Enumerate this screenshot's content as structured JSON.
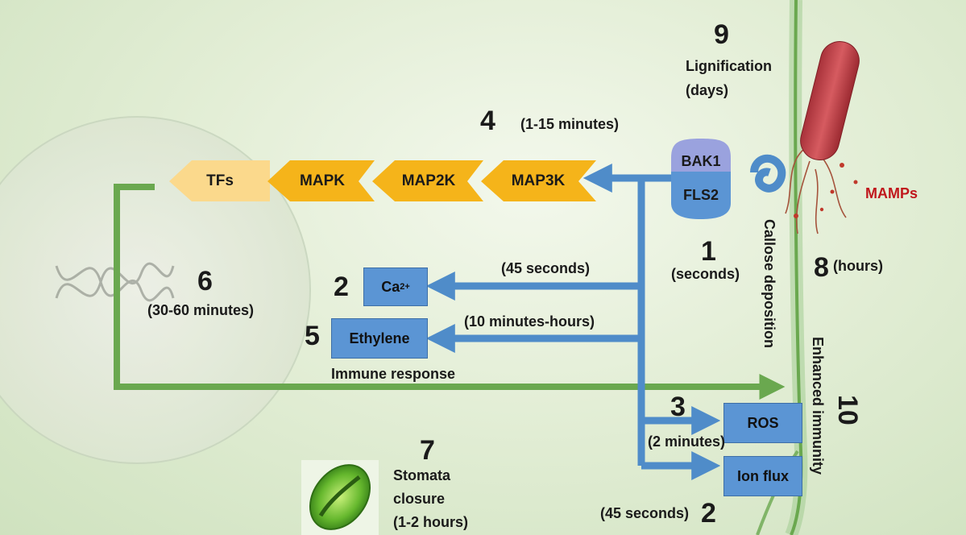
{
  "steps": {
    "s1": {
      "number": "1",
      "time": "(seconds)"
    },
    "s2a": {
      "number": "2",
      "time": "(45 seconds)"
    },
    "s2b": {
      "number": "2",
      "time": "(45 seconds)"
    },
    "s3": {
      "number": "3",
      "time": "(2 minutes)"
    },
    "s4": {
      "number": "4",
      "time": "(1-15 minutes)"
    },
    "s5": {
      "number": "5",
      "time": "(10 minutes-hours)"
    },
    "s6": {
      "number": "6",
      "time": "(30-60 minutes)"
    },
    "s7": {
      "number": "7",
      "label_line1": "Stomata",
      "label_line2": "closure",
      "time": "(1-2 hours)"
    },
    "s8": {
      "number": "8",
      "time": "(hours)"
    },
    "s9": {
      "number": "9",
      "label": "Lignification",
      "time": "(days)"
    },
    "s10": {
      "number": "10"
    }
  },
  "cascade": [
    "TFs",
    "MAPK",
    "MAP2K",
    "MAP3K"
  ],
  "receptor": {
    "top": "BAK1",
    "bottom": "FLS2"
  },
  "boxes": {
    "ca": "Ca",
    "ca_sup": "2+",
    "ethylene": "Ethylene",
    "ros": "ROS",
    "ion_flux": "Ion flux"
  },
  "labels": {
    "mamps": "MAMPs",
    "immune_response": "Immune response",
    "callose_deposition": "Callose deposition",
    "enhanced_immunity": "Enhanced immunity"
  },
  "colors": {
    "arrow_blue": "#4f8cc9",
    "box_blue": "#5b95d4",
    "chevron_orange": "#f5b41a",
    "tf_light": "#fbd98c",
    "green_line": "#6aa84f",
    "mamps_red": "#c0171c"
  }
}
